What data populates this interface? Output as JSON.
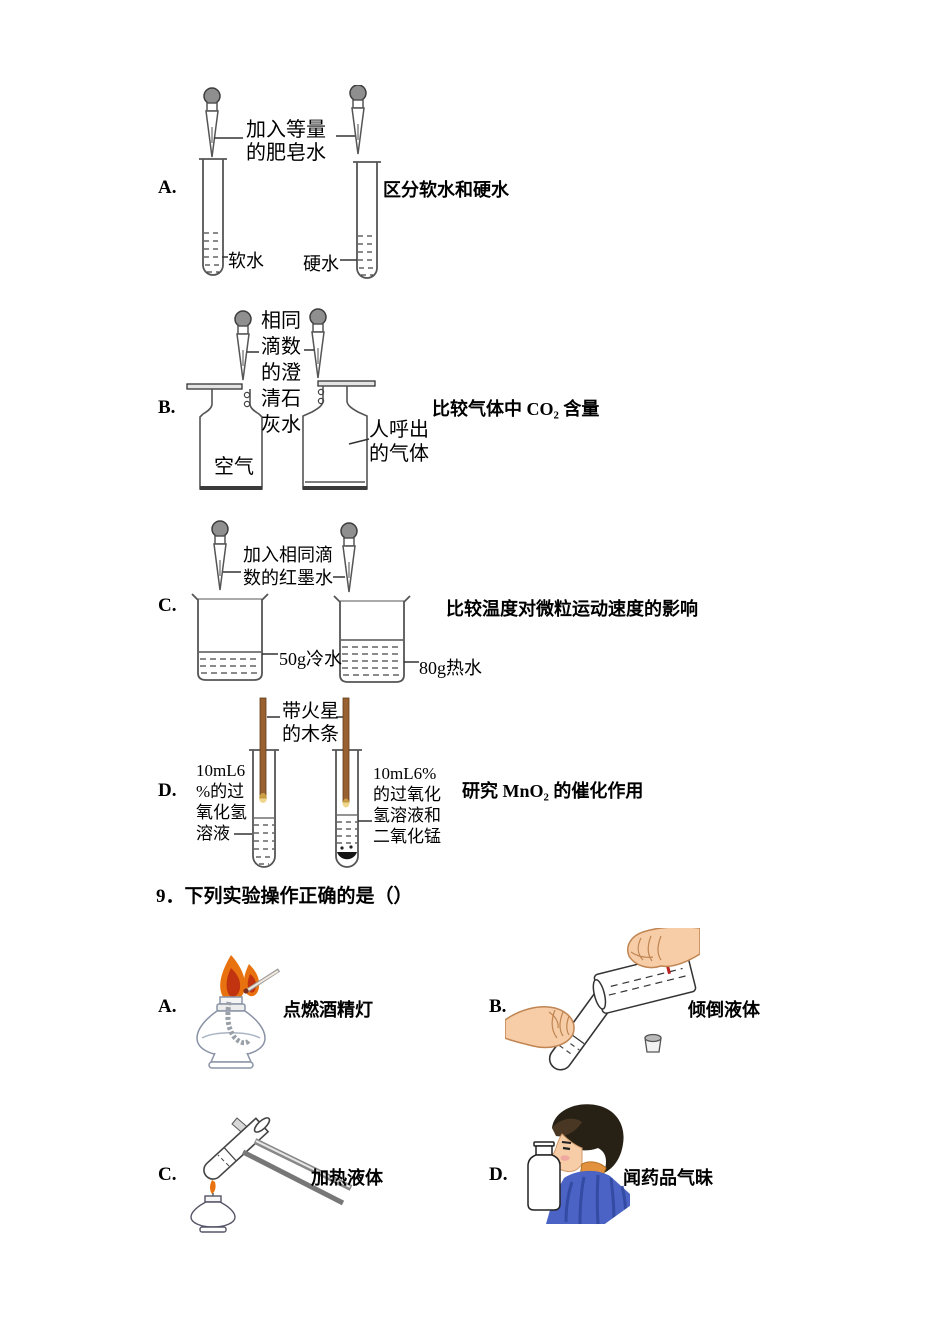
{
  "exp": [
    {
      "letter": "A.",
      "annotation": "加入等量\n的肥皂水",
      "left_label": "软水",
      "right_label": "硬水",
      "description": "区分软水和硬水"
    },
    {
      "letter": "B.",
      "annotation": "相同\n滴数\n的澄\n清石\n灰水",
      "left_label": "空气",
      "right_label": "人呼出\n的气体",
      "description": "比较气体中 CO₂ 含量"
    },
    {
      "letter": "C.",
      "annotation": "加入相同滴\n数的红墨水",
      "left_label": "50g冷水",
      "right_label": "80g热水",
      "description": "比较温度对微粒运动速度的影响"
    },
    {
      "letter": "D.",
      "annotation": "带火星\n的木条",
      "left_label": "10mL6\n%的过\n氧化氢\n溶液",
      "right_label": "10mL6%\n的过氧化\n氢溶液和\n二氧化锰",
      "description": "研究 MnO₂ 的催化作用"
    }
  ],
  "q9": {
    "title": "9．下列实验操作正确的是（）",
    "options": [
      {
        "letter": "A.",
        "label": "点燃酒精灯"
      },
      {
        "letter": "B.",
        "label": "倾倒液体"
      },
      {
        "letter": "C.",
        "label": "加热液体"
      },
      {
        "letter": "D.",
        "label": "闻药品气昧"
      }
    ]
  },
  "colors": {
    "flame_orange": "#e8720f",
    "flame_red": "#c23310",
    "splint_brown": "#9a6130",
    "skin": "#f6cda6",
    "hair_dark": "#262015",
    "shirt_blue": "#4a63c4",
    "collar_orange": "#e2923e",
    "label_red": "#bb2222"
  }
}
